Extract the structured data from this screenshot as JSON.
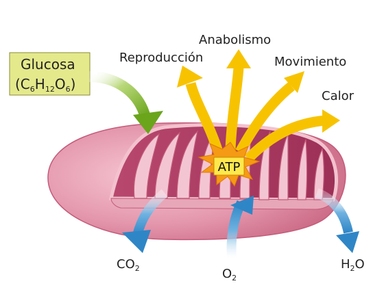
{
  "glucose": {
    "name": "Glucosa",
    "formula_open": "(C",
    "c_sub": "6",
    "h": "H",
    "h_sub": "12",
    "o": "O",
    "o_sub": "6",
    "formula_close": ")"
  },
  "outputs": {
    "reproduccion": "Reproducción",
    "anabolismo": "Anabolismo",
    "movimiento": "Movimiento",
    "calor": "Calor"
  },
  "center": {
    "atp": "ATP"
  },
  "gases": {
    "co2_main": "CO",
    "co2_sub": "2",
    "o2_main": "O",
    "o2_sub": "2",
    "h2o_h": "H",
    "h2o_sub": "2",
    "h2o_o": "O"
  },
  "colors": {
    "glucose_box": "#e4e98c",
    "glucose_arrow": "#7fb82a",
    "energy_arrow": "#f7c300",
    "gas_arrow": "#2f8ac8",
    "mito_outer": "#d9859e",
    "mito_inner": "#a8385e",
    "atp_star": "#f59a14",
    "atp_box": "#ffe84d"
  }
}
